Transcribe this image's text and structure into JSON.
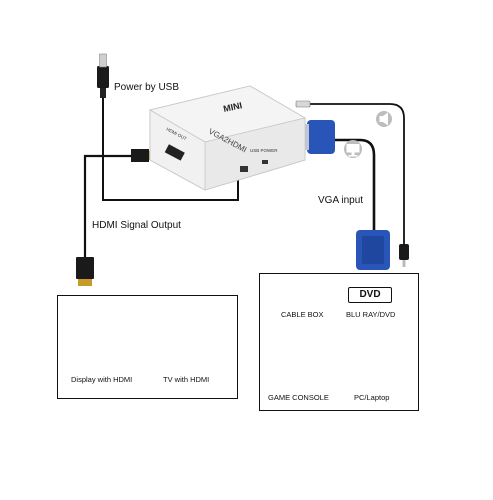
{
  "device": {
    "brand_label": "MINI",
    "model_label": "VGA2HDMI",
    "hdmi_port_label": "HDMI OUT",
    "usb_port_label": "USB POWER",
    "body_color": "#f4f4f4"
  },
  "annotations": {
    "power": "Power by USB",
    "hdmi_output": "HDMI Signal Output",
    "vga_input": "VGA input"
  },
  "colors": {
    "vga_connector": "#2a55b8",
    "cable": "#111111",
    "hdmi_gold": "#c89a2a"
  },
  "outputs_panel": {
    "items": [
      {
        "label": "Display with HDMI",
        "icon": "monitor-icon"
      },
      {
        "label": "TV with HDMI",
        "icon": "tv-icon"
      }
    ]
  },
  "sources_panel": {
    "items": [
      {
        "label": "CABLE BOX",
        "icon": "cable-box-icon"
      },
      {
        "label": "BLU RAY/DVD",
        "icon": "dvd-icon",
        "badge": "DVD"
      },
      {
        "label": "GAME CONSOLE",
        "icon": "game-console-icon"
      },
      {
        "label": "PC/Laptop",
        "icon": "pc-icon"
      }
    ]
  },
  "audio_icons": [
    "speaker-icon",
    "monitor-small-icon"
  ]
}
